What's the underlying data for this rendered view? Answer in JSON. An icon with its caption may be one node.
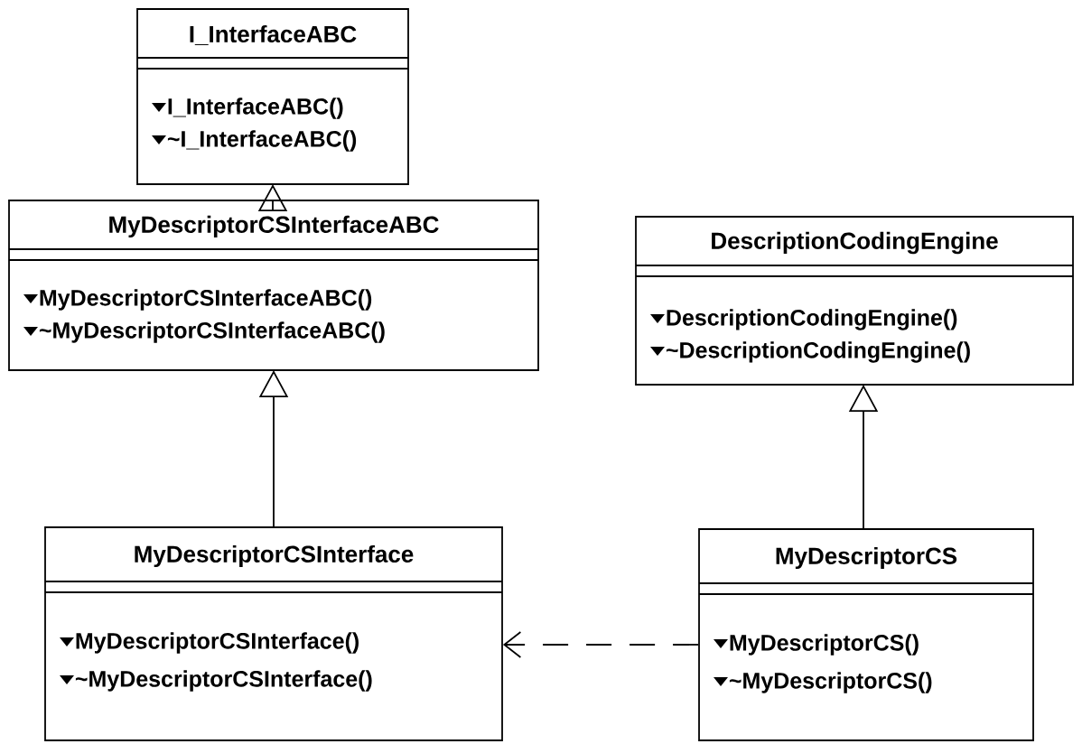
{
  "diagram": {
    "nodes": [
      {
        "text": [
          "I_InterfaceABC",
          "I_InterfaceABC()",
          "~I_InterfaceABC()"
        ]
      },
      {
        "text": [
          "MyDescriptorCSInterfaceABC",
          "MyDescriptorCSInterfaceABC()",
          "~MyDescriptorCSInterfaceABC()"
        ]
      },
      {
        "text": [
          "DescriptionCodingEngine",
          "DescriptionCodingEngine()",
          "~DescriptionCodingEngine()"
        ]
      },
      {
        "text": [
          "MyDescriptorCSInterface",
          "MyDescriptorCSInterface()",
          "~MyDescriptorCSInterface()"
        ]
      },
      {
        "text": [
          "MyDescriptorCS",
          "MyDescriptorCS()",
          "~MyDescriptorCS()"
        ]
      }
    ],
    "edges": [
      {
        "from": 1,
        "to": 0,
        "arrow": "to"
      },
      {
        "from": 3,
        "to": 1,
        "arrow": "to"
      },
      {
        "from": 4,
        "to": 2,
        "arrow": "to"
      },
      {
        "from": 4,
        "to": 3,
        "arrow": "to",
        "style": "dashed"
      }
    ]
  }
}
